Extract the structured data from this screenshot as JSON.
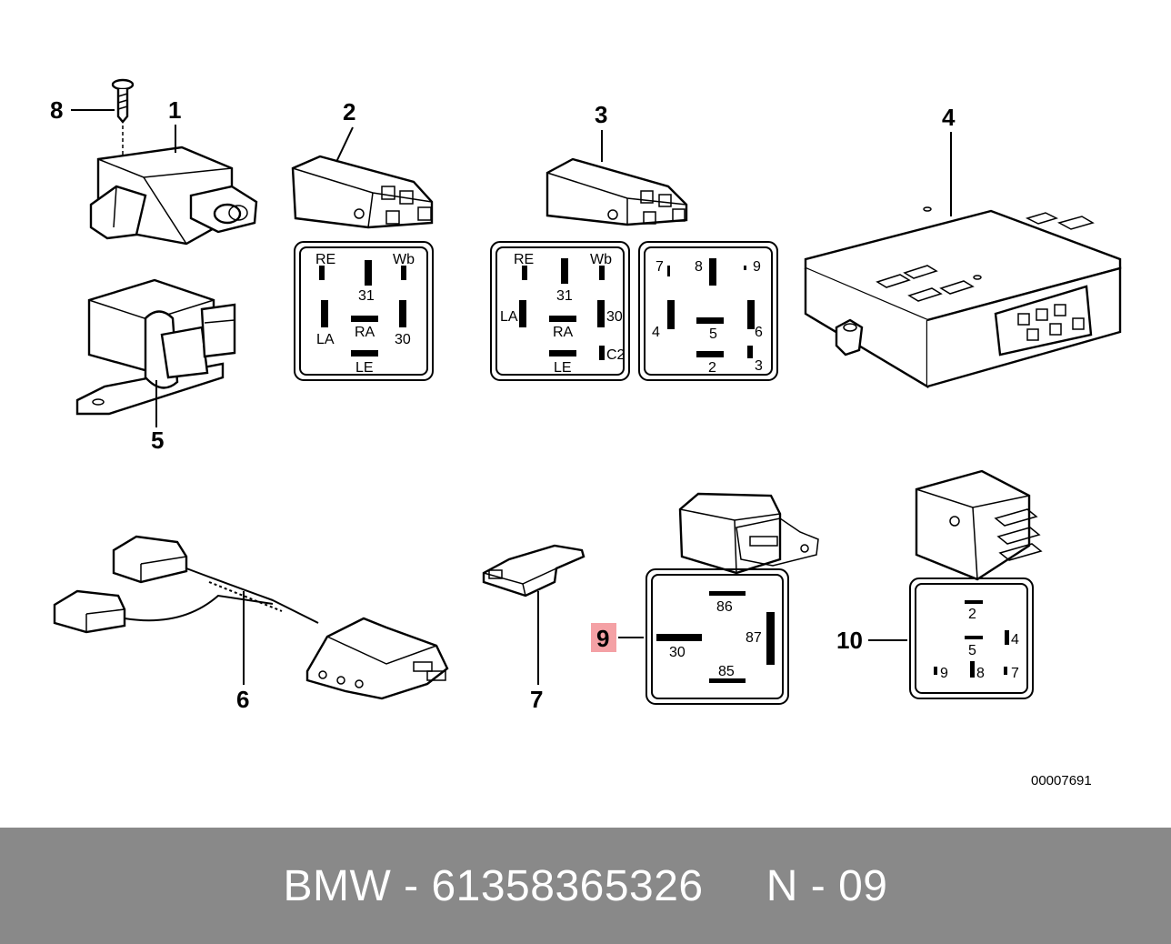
{
  "colors": {
    "highlight": "#f4a1a5",
    "footer_bg": "#898989",
    "footer_text": "#ffffff"
  },
  "callouts": {
    "c1": "1",
    "c2": "2",
    "c3": "3",
    "c4": "4",
    "c5": "5",
    "c6": "6",
    "c7": "7",
    "c8": "8",
    "c9": "9",
    "c10": "10"
  },
  "part2_pins": {
    "re": "RE",
    "p31": "31",
    "wb": "Wb",
    "la": "LA",
    "ra": "RA",
    "p30": "30",
    "le": "LE"
  },
  "part3_pins": {
    "re": "RE",
    "p31": "31",
    "wb": "Wb",
    "la": "LA",
    "ra": "RA",
    "p30": "30",
    "le": "LE",
    "c2": "C2"
  },
  "part3b_pins": {
    "p7": "7",
    "p8": "8",
    "p9": "9",
    "p4": "4",
    "p5": "5",
    "p6": "6",
    "p2": "2",
    "p3": "3"
  },
  "part9_pins": {
    "p86": "86",
    "p87": "87",
    "p30": "30",
    "p85": "85"
  },
  "part10_pins": {
    "p2": "2",
    "p4": "4",
    "p5": "5",
    "p9": "9",
    "p8": "8",
    "p7": "7"
  },
  "diagram_ref": "00007691",
  "footer": {
    "text": "BMW - 61358365326     N - 09"
  }
}
